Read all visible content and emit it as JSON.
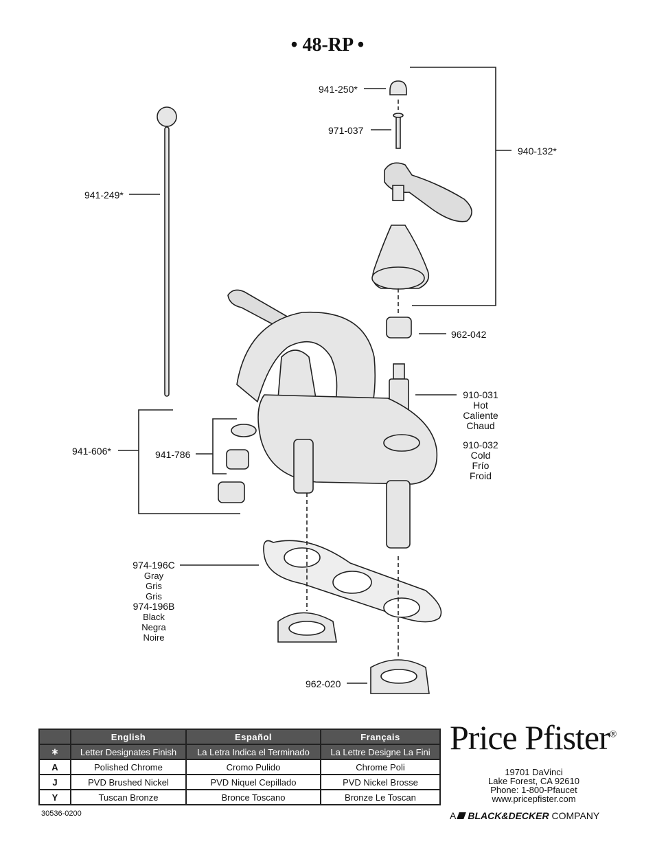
{
  "title": "• 48-RP •",
  "parts": {
    "p941_250": "941-250*",
    "p971_037": "971-037",
    "p940_132": "940-132*",
    "p941_249": "941-249*",
    "p962_042": "962-042",
    "p910_031": "910-031",
    "hot": [
      "Hot",
      "Caliente",
      "Chaud"
    ],
    "p910_032": "910-032",
    "cold": [
      "Cold",
      "Frío",
      "Froid"
    ],
    "p941_606": "941-606*",
    "p941_786": "941-786",
    "p974_196C": "974-196C",
    "gray": [
      "Gray",
      "Gris",
      "Gris"
    ],
    "p974_196B": "974-196B",
    "black": [
      "Black",
      "Negra",
      "Noire"
    ],
    "p962_020": "962-020"
  },
  "finish_table": {
    "headers": [
      "English",
      "Español",
      "Français"
    ],
    "key_symbol": "∗",
    "key_row": [
      "Letter Designates Finish",
      "La Letra Indica el Terminado",
      "La Lettre Designe La Fini"
    ],
    "rows": [
      {
        "code": "A",
        "en": "Polished Chrome",
        "es": "Cromo Pulido",
        "fr": "Chrome Poli"
      },
      {
        "code": "J",
        "en": "PVD Brushed Nickel",
        "es": "PVD Niquel Cepillado",
        "fr": "PVD Nickel Brosse"
      },
      {
        "code": "Y",
        "en": "Tuscan Bronze",
        "es": "Bronce Toscano",
        "fr": "Bronze Le Toscan"
      }
    ]
  },
  "brand": {
    "name": "Price Pfister",
    "mark": "®",
    "address1": "19701 DaVinci",
    "address2": "Lake Forest, CA 92610",
    "phone": "Phone: 1-800-Pfaucet",
    "web": "www.pricepfister.com",
    "company_prefix": "A",
    "company_name": "BLACK&DECKER",
    "company_suffix": "COMPANY"
  },
  "doc_number": "30536-0200"
}
